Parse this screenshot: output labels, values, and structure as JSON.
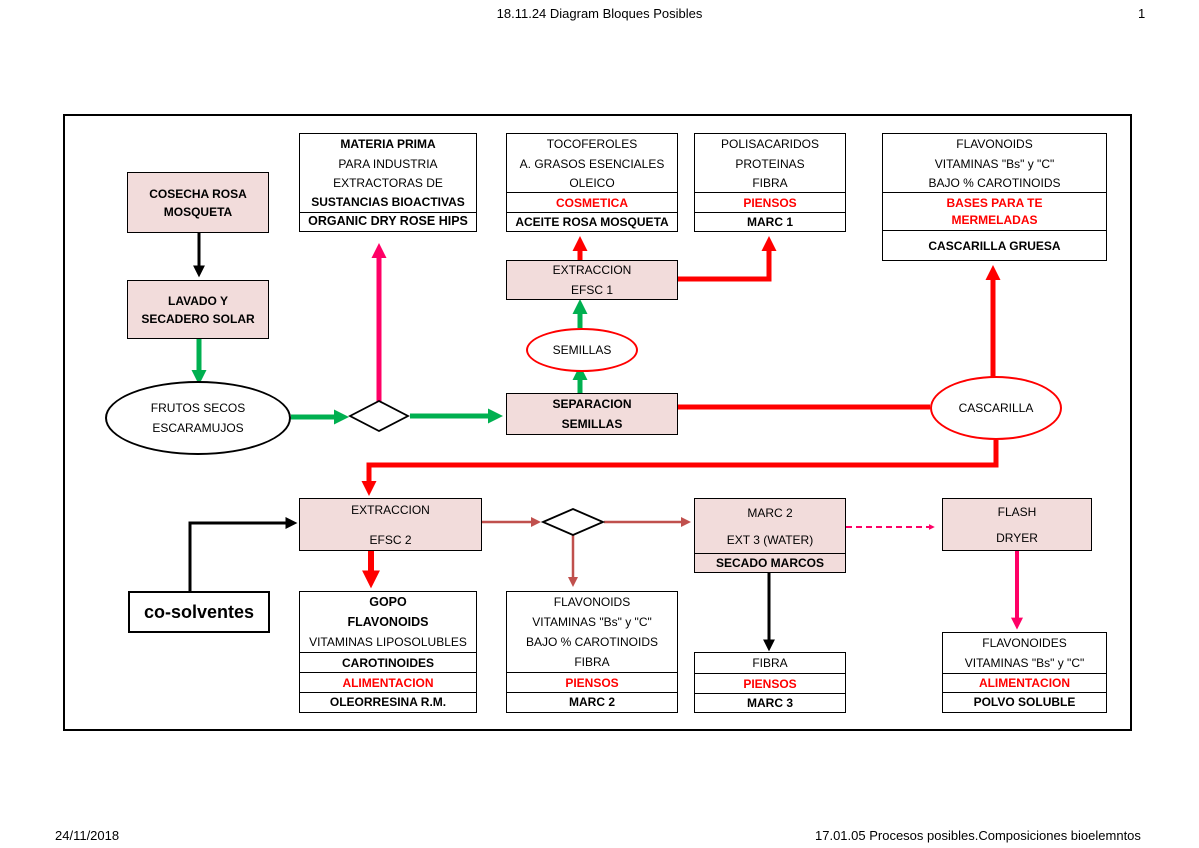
{
  "header": {
    "title": "18.11.24  Diagram Bloques Posibles",
    "page_number": "1"
  },
  "footer": {
    "date": "24/11/2018",
    "file": "17.01.05 Procesos posibles.Composiciones bioelemntos"
  },
  "nodes": {
    "cosecha": [
      "COSECHA ROSA",
      "MOSQUETA"
    ],
    "lavado": [
      "LAVADO Y",
      "SECADERO SOLAR"
    ],
    "frutos": [
      "FRUTOS SECOS",
      "ESCARAMUJOS"
    ],
    "materia": {
      "lines": [
        "MATERIA PRIMA",
        "PARA INDUSTRIA",
        "EXTRACTORAS DE",
        "SUSTANCIAS BIOACTIVAS"
      ],
      "footer": "ORGANIC DRY ROSE HIPS"
    },
    "toco": {
      "lines": [
        "TOCOFEROLES",
        "A. GRASOS ESENCIALES",
        "OLEICO"
      ],
      "use": "COSMETICA",
      "footer": "ACEITE ROSA MOSQUETA"
    },
    "polisac": {
      "lines": [
        "POLISACARIDOS",
        "PROTEINAS",
        "FIBRA"
      ],
      "use": "PIENSOS",
      "footer": "MARC 1"
    },
    "flavo_top": {
      "lines": [
        "FLAVONOIDS",
        "VITAMINAS \"Bs\" y \"C\"",
        "BAJO % CAROTINOIDS"
      ],
      "use": [
        "BASES PARA TE",
        "MERMELADAS"
      ],
      "footer": "CASCARILLA GRUESA"
    },
    "extraccion1": [
      "EXTRACCION",
      "EFSC 1"
    ],
    "semillas": "SEMILLAS",
    "separacion": [
      "SEPARACION",
      "SEMILLAS"
    ],
    "cascarilla": "CASCARILLA",
    "extraccion2": [
      "EXTRACCION",
      "EFSC 2"
    ],
    "marc2_proc": {
      "lines": [
        "MARC 2",
        "EXT 3 (WATER)"
      ],
      "footer": "SECADO MARCOS"
    },
    "flash": [
      "FLASH",
      "DRYER"
    ],
    "cosolventes": "co-solventes",
    "gopo": {
      "lines": [
        "GOPO",
        "FLAVONOIDS",
        "VITAMINAS LIPOSOLUBLES"
      ],
      "sub": "CAROTINOIDES",
      "use": "ALIMENTACION",
      "footer": "OLEORRESINA R.M."
    },
    "flavo_mid": {
      "lines": [
        "FLAVONOIDS",
        "VITAMINAS \"Bs\" y \"C\"",
        "BAJO % CAROTINOIDS",
        "FIBRA"
      ],
      "use": "PIENSOS",
      "footer": "MARC 2"
    },
    "fibra": {
      "lines": [
        "FIBRA"
      ],
      "use": "PIENSOS",
      "footer": "MARC 3"
    },
    "flavo_bot": {
      "lines": [
        "FLAVONOIDES",
        "VITAMINAS \"Bs\" y \"C\""
      ],
      "use": "ALIMENTACION",
      "footer": "POLVO SOLUBLE"
    }
  },
  "colors": {
    "process_fill": "#f2dcdb",
    "green_arrow": "#00b050",
    "red_arrow": "#ff0000",
    "pink_arrow": "#ff0066",
    "brown_arrow": "#c0504d",
    "use_text": "#ff0000"
  }
}
